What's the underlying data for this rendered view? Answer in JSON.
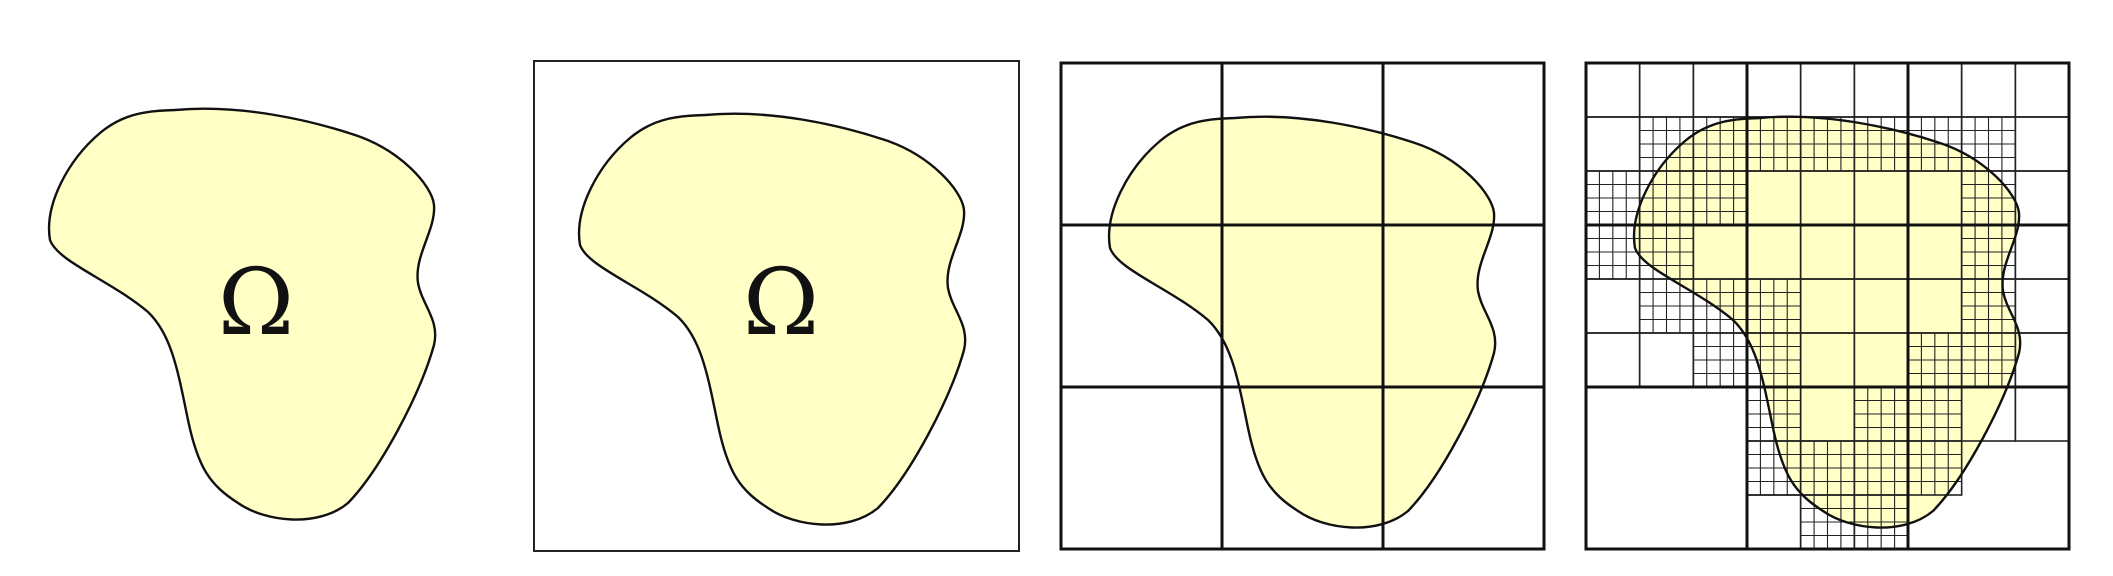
{
  "figure": {
    "domain_symbol": "Ω",
    "fill_color": "#FFFFC6",
    "line_color": "#111111",
    "panels": [
      {
        "id": "domain",
        "label": "Ω",
        "grid_divisions": 0
      },
      {
        "id": "bounding-box",
        "label": "Ω",
        "grid_divisions": 0
      },
      {
        "id": "coarse-grid",
        "label": "",
        "grid_divisions": 3
      },
      {
        "id": "refined-grid",
        "label": "",
        "grid_divisions": 9
      }
    ]
  }
}
